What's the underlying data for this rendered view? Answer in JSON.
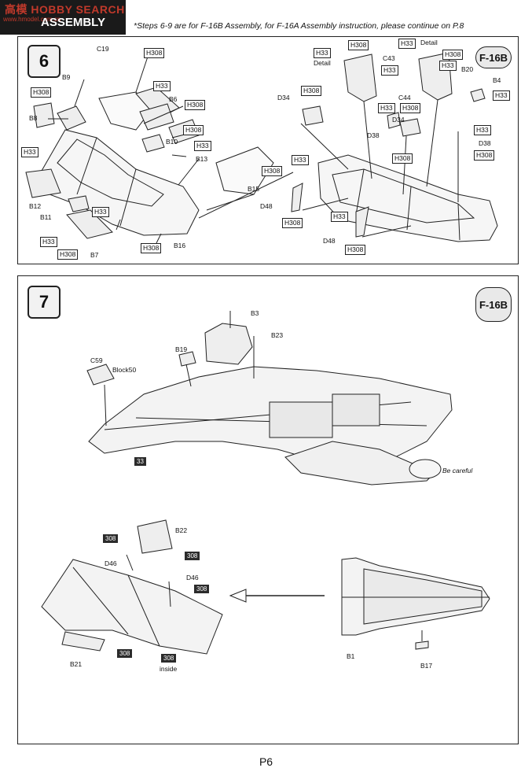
{
  "header": {
    "watermark": "高模 HOBBY SEARCH",
    "watermark_sub": "www.hmodel.com.cn",
    "title": "ASSEMBLY",
    "note": "*Steps 6-9 are for F-16B Assembly, for F-16A Assembly instruction, please continue on P.8"
  },
  "step6": {
    "number": "6",
    "badge": "F-16B",
    "detail_label": "Detail",
    "labels": {
      "c19": "C19",
      "b9": "B9",
      "b8": "B8",
      "b6": "B6",
      "b10": "B10",
      "b13": "B13",
      "b12": "B12",
      "b11": "B11",
      "b7": "B7",
      "b16": "B16",
      "b15": "B15",
      "d34a": "D34",
      "d34b": "D34",
      "c43": "C43",
      "b20": "B20",
      "b4": "B4",
      "c44": "C44",
      "d38a": "D38",
      "d38b": "D38",
      "d48a": "D48",
      "d48b": "D48"
    },
    "h308": "H308",
    "h33": "H33"
  },
  "step7": {
    "number": "7",
    "badge": "F-16B",
    "labels": {
      "b3": "B3",
      "b23": "B23",
      "b19": "B19",
      "c59": "C59",
      "block50": "Block50",
      "be_careful": "Be careful",
      "b22": "B22",
      "d46a": "D46",
      "d46b": "D46",
      "b21": "B21",
      "inside": "inside",
      "b1": "B1",
      "b17": "B17"
    },
    "paint_33": "33",
    "paint_308": "308"
  },
  "footer": {
    "page": "P6"
  }
}
